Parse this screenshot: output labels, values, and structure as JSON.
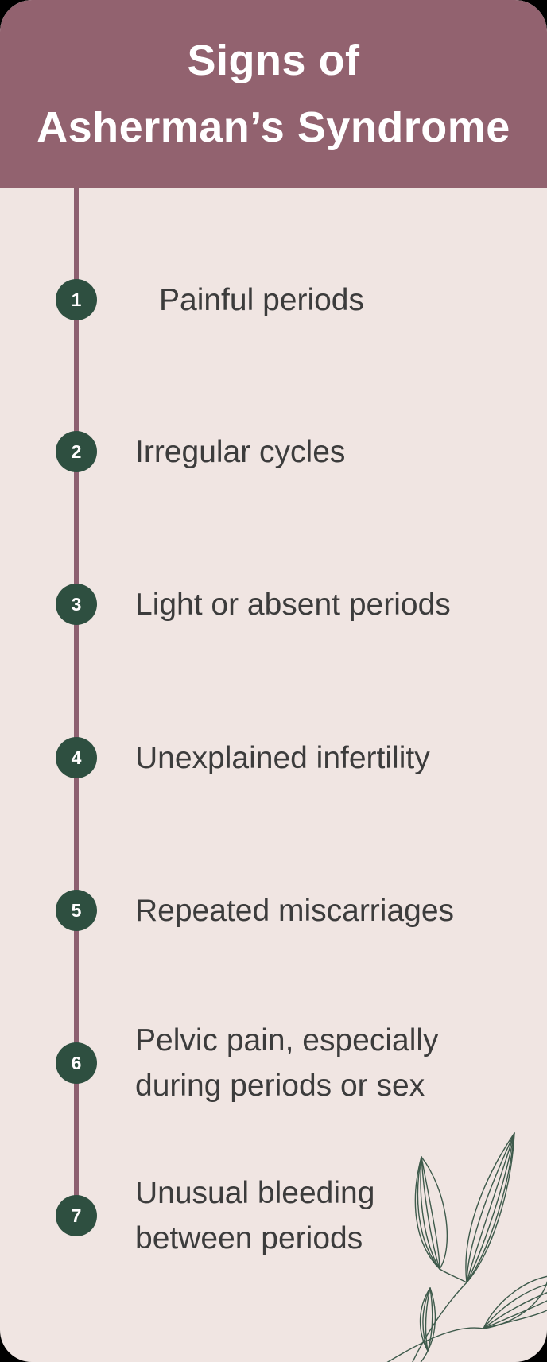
{
  "header": {
    "title_line1": "Signs of",
    "title_line2": "Asherman’s Syndrome"
  },
  "timeline": {
    "items": [
      {
        "number": "1",
        "label": "Painful periods"
      },
      {
        "number": "2",
        "label": "Irregular cycles"
      },
      {
        "number": "3",
        "label": "Light or absent periods"
      },
      {
        "number": "4",
        "label": "Unexplained infertility"
      },
      {
        "number": "5",
        "label": "Repeated miscarriages"
      },
      {
        "number": "6",
        "label": "Pelvic pain, especially\nduring periods or sex"
      },
      {
        "number": "7",
        "label": "Unusual bleeding\nbetween periods"
      }
    ]
  },
  "decoration": {
    "leaf_icon": "botanical-line-art-leaves"
  },
  "colors": {
    "header_bg": "#92626F",
    "background": "#F0E5E2",
    "step_circle": "#2E4F40",
    "timeline_line": "#8D6070",
    "body_text": "#3C3C3C",
    "title_text": "#FFFFFF",
    "leaf_stroke": "#3E5A4B"
  }
}
